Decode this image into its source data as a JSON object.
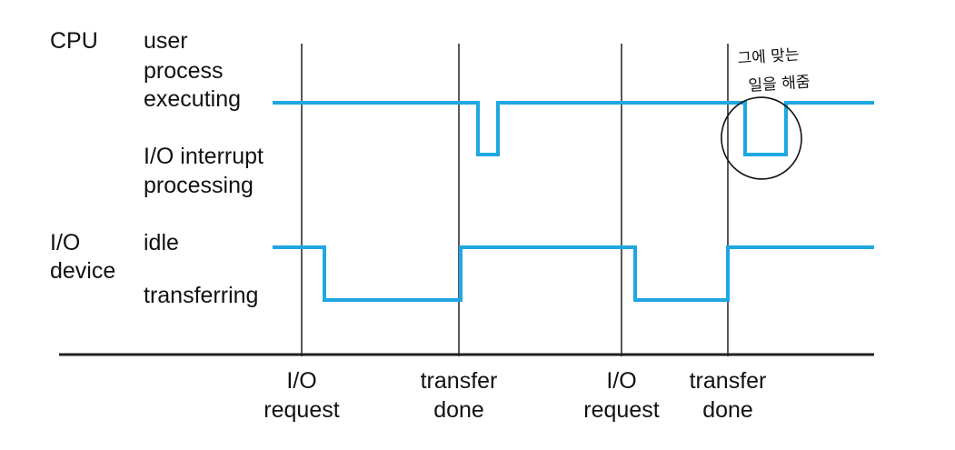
{
  "labels": {
    "cpu": "CPU",
    "cpu_states": {
      "user": [
        "user",
        "process",
        "executing"
      ],
      "interrupt": [
        "I/O interrupt",
        "processing"
      ]
    },
    "io": [
      "I/O",
      "device"
    ],
    "io_states": {
      "idle": "idle",
      "transferring": "transferring"
    }
  },
  "events": [
    {
      "lines": [
        "I/O",
        "request"
      ]
    },
    {
      "lines": [
        "transfer",
        "done"
      ]
    },
    {
      "lines": [
        "I/O",
        "request"
      ]
    },
    {
      "lines": [
        "transfer",
        "done"
      ]
    }
  ],
  "annotation": {
    "line1": "그에 맞는",
    "line2": "일을 해줌"
  },
  "colors": {
    "signal": "#1ea7e1",
    "axis": "#222222",
    "ink": "#111111"
  }
}
